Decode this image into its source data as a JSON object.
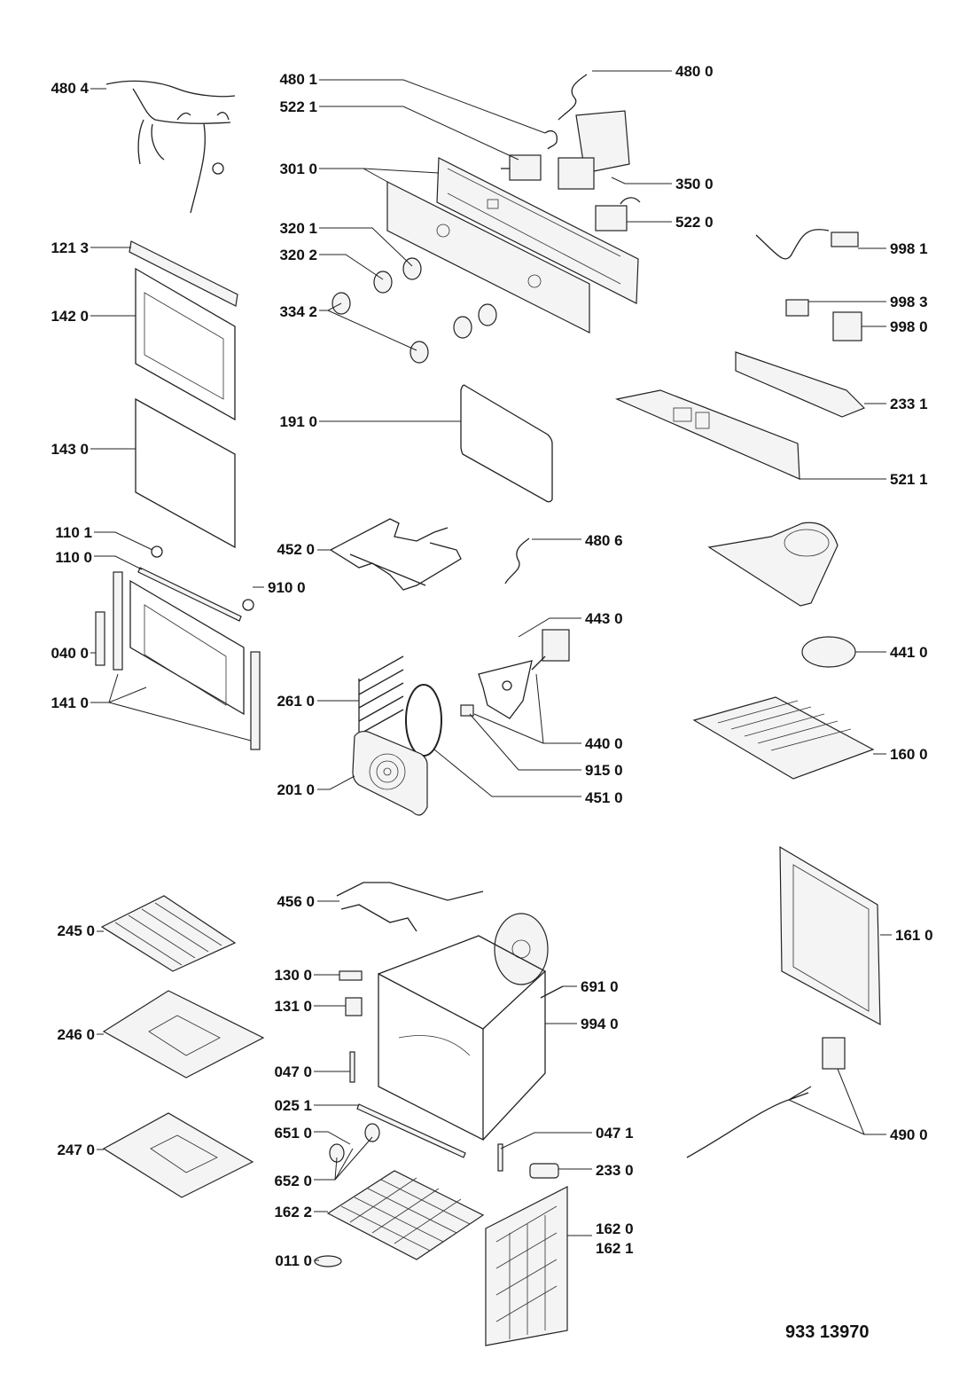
{
  "diagram": {
    "title": "Oven exploded parts diagram",
    "model_code": "933 13970",
    "labels": [
      {
        "id": "480-4",
        "text": "480 4"
      },
      {
        "id": "480-1",
        "text": "480 1"
      },
      {
        "id": "522-1",
        "text": "522 1"
      },
      {
        "id": "480-0",
        "text": "480 0"
      },
      {
        "id": "301-0",
        "text": "301 0"
      },
      {
        "id": "350-0",
        "text": "350 0"
      },
      {
        "id": "522-0",
        "text": "522 0"
      },
      {
        "id": "121-3",
        "text": "121 3"
      },
      {
        "id": "320-1",
        "text": "320 1"
      },
      {
        "id": "320-2",
        "text": "320 2"
      },
      {
        "id": "998-1",
        "text": "998 1"
      },
      {
        "id": "142-0",
        "text": "142 0"
      },
      {
        "id": "334-2",
        "text": "334 2"
      },
      {
        "id": "998-3",
        "text": "998 3"
      },
      {
        "id": "998-0",
        "text": "998 0"
      },
      {
        "id": "191-0",
        "text": "191 0"
      },
      {
        "id": "233-1",
        "text": "233 1"
      },
      {
        "id": "143-0",
        "text": "143 0"
      },
      {
        "id": "521-1",
        "text": "521 1"
      },
      {
        "id": "110-1",
        "text": "110 1"
      },
      {
        "id": "452-0",
        "text": "452 0"
      },
      {
        "id": "480-6",
        "text": "480 6"
      },
      {
        "id": "110-0",
        "text": "110 0"
      },
      {
        "id": "910-0",
        "text": "910 0"
      },
      {
        "id": "443-0",
        "text": "443 0"
      },
      {
        "id": "040-0",
        "text": "040 0"
      },
      {
        "id": "441-0",
        "text": "441 0"
      },
      {
        "id": "141-0",
        "text": "141 0"
      },
      {
        "id": "261-0",
        "text": "261 0"
      },
      {
        "id": "440-0",
        "text": "440 0"
      },
      {
        "id": "160-0",
        "text": "160 0"
      },
      {
        "id": "915-0",
        "text": "915 0"
      },
      {
        "id": "201-0",
        "text": "201 0"
      },
      {
        "id": "451-0",
        "text": "451 0"
      },
      {
        "id": "456-0",
        "text": "456 0"
      },
      {
        "id": "245-0",
        "text": "245 0"
      },
      {
        "id": "161-0",
        "text": "161 0"
      },
      {
        "id": "130-0",
        "text": "130 0"
      },
      {
        "id": "691-0",
        "text": "691 0"
      },
      {
        "id": "131-0",
        "text": "131 0"
      },
      {
        "id": "994-0",
        "text": "994 0"
      },
      {
        "id": "246-0",
        "text": "246 0"
      },
      {
        "id": "047-0",
        "text": "047 0"
      },
      {
        "id": "025-1",
        "text": "025 1"
      },
      {
        "id": "490-0",
        "text": "490 0"
      },
      {
        "id": "651-0",
        "text": "651 0"
      },
      {
        "id": "047-1",
        "text": "047 1"
      },
      {
        "id": "247-0",
        "text": "247 0"
      },
      {
        "id": "233-0",
        "text": "233 0"
      },
      {
        "id": "652-0",
        "text": "652 0"
      },
      {
        "id": "162-2",
        "text": "162 2"
      },
      {
        "id": "162-0",
        "text": "162 0"
      },
      {
        "id": "162-1",
        "text": "162 1"
      },
      {
        "id": "011-0",
        "text": "011 0"
      }
    ]
  }
}
